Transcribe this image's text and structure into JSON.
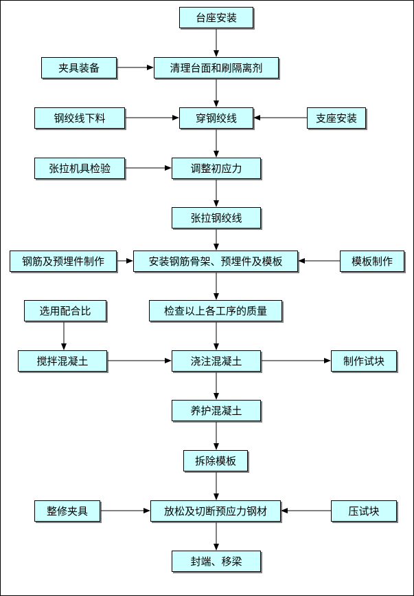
{
  "steps": {
    "taizuo_anzhuang": "台座安装",
    "jiaju_zhuangbei": "夹具装备",
    "qingli_taimian": "清理台面和刷隔离剂",
    "gangjiaoxian_xialiao": "钢绞线下料",
    "chuan_gangjiaoxian": "穿钢绞线",
    "zhizuo_anzhuang": "支座安装",
    "zhangla_jiju_jianyan": "张拉机具检验",
    "tiaozheng_chuyingli": "调整初应力",
    "zhangla_gangjiaoxian": "张拉钢绞线",
    "gangjin_yumaijian_zhizuo": "钢筋及预埋件制作",
    "anzhuang_gujia": "安装钢筋骨架、预埋件及模板",
    "muban_zhizuo": "模板制作",
    "xuanyong_peihebi": "选用配合比",
    "jiancha_zhiliang": "检查以上各工序的质量",
    "jiaoban_hunningtu": "搅拌混凝土",
    "jiaozhu_hunningtu": "浇注混凝土",
    "zhizuo_shikuai": "制作试块",
    "yanghu_hunningtu": "养护混凝土",
    "chaichu_muban": "拆除模板",
    "zhengxiu_jiaju": "整修夹具",
    "fangsong_qieduan": "放松及切断预应力钢材",
    "ya_shikuai": "压试块",
    "fengduan_yiliang": "封端、移梁"
  },
  "colors": {
    "box_fill": "#ccffff",
    "box_border": "#000000",
    "shadow": "#7f7f7f",
    "arrow": "#000000"
  }
}
